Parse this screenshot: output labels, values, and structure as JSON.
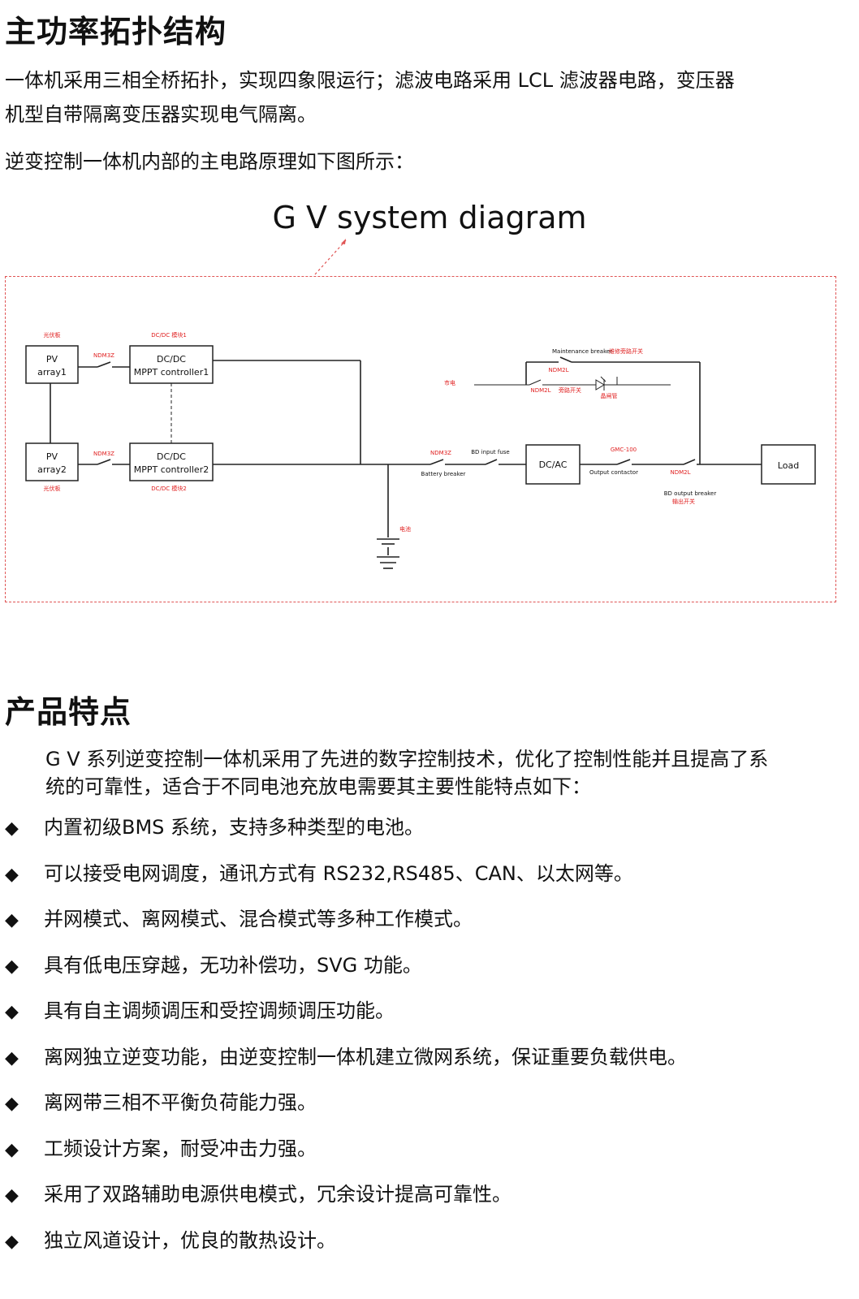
{
  "section1": {
    "title": "主功率拓扑结构",
    "p1_line1": "一体机采用三相全桥拓扑，实现四象限运行；滤波电路采用 LCL 滤波器电路，变压器",
    "p1_line2": "机型自带隔离变压器实现电气隔离。",
    "p2": "逆变控制一体机内部的主电路原理如下图所示："
  },
  "diagram": {
    "title": "G V system diagram",
    "pv1": [
      "PV",
      "array1"
    ],
    "pv2": [
      "PV",
      "array2"
    ],
    "dcdc1": [
      "DC/DC",
      "MPPT controller1"
    ],
    "dcdc2": [
      "DC/DC",
      "MPPT controller2"
    ],
    "pv1_cn": "光伏板",
    "pv2_cn": "光伏板",
    "dcdc1_cn": "DC/DC 模块1",
    "dcdc2_cn": "DC/DC 模块2",
    "ndm3z_1": "NDM3Z",
    "ndm3z_2": "NDM3Z",
    "ndm3z_3": "NDM3Z",
    "battery_breaker": "Battery breaker",
    "bd_input_fuse": "BD input fuse",
    "dcac": "DC/AC",
    "gmc": "GMC-100",
    "output_contactor": "Output contactor",
    "ndm2l_out": "NDM2L",
    "bd_output_breaker": "BD output breaker",
    "bd_output_cn": "输出开关",
    "load": "Load",
    "maintenance": "Maintenance breaker",
    "maintenance_cn": "维修旁路开关",
    "ndm2l_top": "NDM2L",
    "ndm2l_bypass": "NDM2L",
    "bypass_cn": "旁路开关",
    "thyristor_cn": "晶闸管",
    "grid_cn": "市电",
    "battery_cn": "电池"
  },
  "section2": {
    "title": "产品特点",
    "intro_line1": "G V 系列逆变控制一体机采用了先进的数字控制技术，优化了控制性能并且提高了系",
    "intro_line2": "统的可靠性，适合于不同电池充放电需要其主要性能特点如下：",
    "bullet": "◆",
    "features": [
      "内置初级BMS 系统，支持多种类型的电池。",
      "可以接受电网调度，通讯方式有 RS232,RS485、CAN、以太网等。",
      "并网模式、离网模式、混合模式等多种工作模式。",
      "具有低电压穿越，无功补偿功，SVG 功能。",
      "具有自主调频调压和受控调频调压功能。",
      "离网独立逆变功能，由逆变控制一体机建立微网系统，保证重要负载供电。",
      "离网带三相不平衡负荷能力强。",
      "工频设计方案，耐受冲击力强。",
      "采用了双路辅助电源供电模式，冗余设计提高可靠性。",
      "独立风道设计，优良的散热设计。"
    ]
  }
}
